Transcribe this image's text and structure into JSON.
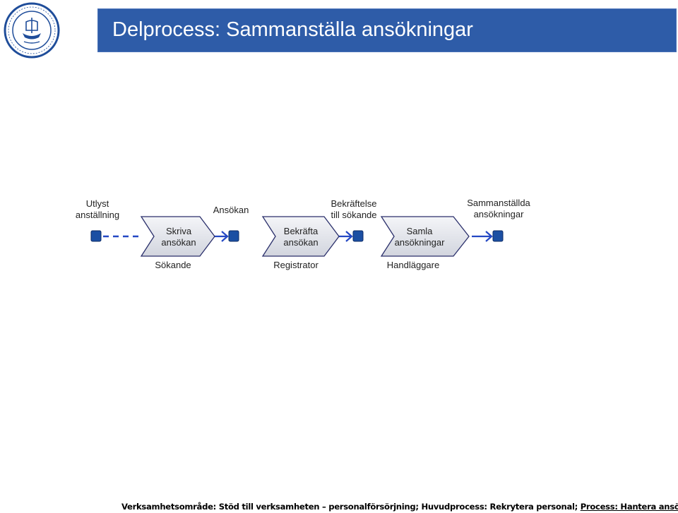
{
  "header": {
    "title": "Delprocess: Sammanställa ansökningar"
  },
  "diagram": {
    "event_labels": [
      {
        "id": "utlyst",
        "text": "Utlyst\nanställning"
      },
      {
        "id": "ansokan",
        "text": "Ansökan"
      },
      {
        "id": "bekraftelse",
        "text": "Bekräftelse\ntill sökande"
      },
      {
        "id": "sammanstallda",
        "text": "Sammanställda\nansökningar"
      }
    ],
    "processes": [
      {
        "id": "skriva",
        "text": "Skriva\nansökan",
        "role": "Sökande"
      },
      {
        "id": "bekrafta",
        "text": "Bekräfta\nansökan",
        "role": "Registrator"
      },
      {
        "id": "samla",
        "text": "Samla\nansökningar",
        "role": "Handläggare"
      }
    ],
    "colors": {
      "node_fill": "#1b4fa3",
      "node_stroke": "#0d2b66",
      "arrow": "#2448c4",
      "process_fill": "#e4e6ec",
      "process_stroke": "#2a2f6b"
    }
  },
  "footer": {
    "prefix": "Verksamhetsområde: Stöd till verksamheten – personalförsörjning; Huvudprocess: Rekrytera personal; ",
    "link": "Process: Hantera ansökan"
  }
}
